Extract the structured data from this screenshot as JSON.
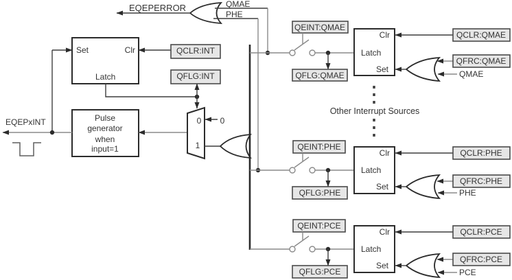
{
  "colors": {
    "background": "#ffffff",
    "box_fill": "#e6e6e6",
    "box_border": "#4a4a4a",
    "wire_gray": "#8a8a8a",
    "wire_dark": "#2b2b2b",
    "text": "#333333"
  },
  "error_section": {
    "output_label": "EQEPERROR",
    "input_labels": [
      "QMAE",
      "PHE"
    ]
  },
  "int_latch": {
    "set": "Set",
    "clr": "Clr",
    "latch": "Latch"
  },
  "int_registers": {
    "qclr": "QCLR:INT",
    "qflg": "QFLG:INT"
  },
  "pulse_generator": {
    "lines": [
      "Pulse",
      "generator",
      "when",
      "input=1"
    ]
  },
  "cpu_output": {
    "label": "EQEPxINT"
  },
  "mux": {
    "input0": "0",
    "input1": "1",
    "constant": "0"
  },
  "other_sources": {
    "label": "Other Interrupt Sources"
  },
  "latch_labels": {
    "clr": "Clr",
    "latch": "Latch",
    "set": "Set"
  },
  "interrupt_groups": [
    {
      "signal": "QMAE",
      "qeint": "QEINT:QMAE",
      "qflg": "QFLG:QMAE",
      "qclr": "QCLR:QMAE",
      "qfrc": "QFRC:QMAE"
    },
    {
      "signal": "PHE",
      "qeint": "QEINT:PHE",
      "qflg": "QFLG:PHE",
      "qclr": "QCLR:PHE",
      "qfrc": "QFRC:PHE"
    },
    {
      "signal": "PCE",
      "qeint": "QEINT:PCE",
      "qflg": "QFLG:PCE",
      "qclr": "QCLR:PCE",
      "qfrc": "QFRC:PCE"
    }
  ]
}
